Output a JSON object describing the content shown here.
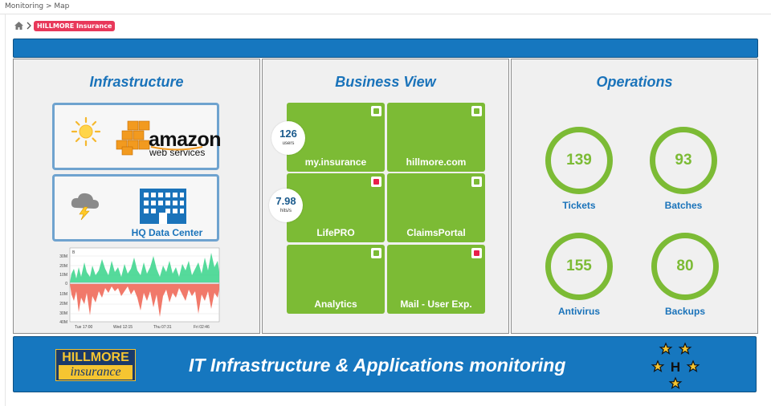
{
  "breadcrumb": {
    "text": "Monitoring  >  Map"
  },
  "subnav": {
    "tag": "HILLMORE Insurance"
  },
  "panels": {
    "infrastructure": {
      "title": "Infrastructure",
      "aws": {
        "brand": "amazon",
        "sub": "web services",
        "weather_icon": "sun-icon"
      },
      "hq": {
        "label": "HQ Data Center",
        "weather_icon": "storm-cloud-icon"
      },
      "chart_axis": {
        "y_ticks": [
          "30M",
          "20M",
          "10M",
          "0",
          "10M",
          "20M",
          "30M",
          "40M"
        ],
        "x_ticks": [
          "Tue 17:00",
          "Wed 12:15",
          "Thu 07:31",
          "Fri 02:46"
        ],
        "unit": "B"
      }
    },
    "business": {
      "title": "Business View",
      "tiles": [
        {
          "label": "my.insurance",
          "status": "ok",
          "metric_value": "126",
          "metric_unit": "users"
        },
        {
          "label": "hillmore.com",
          "status": "ok"
        },
        {
          "label": "LifePRO",
          "status": "error",
          "metric_value": "7.98",
          "metric_unit": "hits/s"
        },
        {
          "label": "ClaimsPortal",
          "status": "ok"
        },
        {
          "label": "Analytics",
          "status": "ok"
        },
        {
          "label": "Mail - User Exp.",
          "status": "error"
        }
      ]
    },
    "operations": {
      "title": "Operations",
      "gauges": [
        {
          "value": "139",
          "label": "Tickets"
        },
        {
          "value": "93",
          "label": "Batches"
        },
        {
          "value": "155",
          "label": "Antivirus"
        },
        {
          "value": "80",
          "label": "Backups"
        }
      ]
    }
  },
  "footer": {
    "title": "IT Infrastructure & Applications monitoring",
    "logo_line1": "HILLMORE",
    "logo_line2": "insurance",
    "emblem_letter": "H"
  },
  "colors": {
    "brand_blue": "#1677bf",
    "tile_green": "#7cbb35",
    "status_ok": "#7cbb35",
    "status_error": "#e8204a",
    "title_blue": "#1a73ba"
  }
}
